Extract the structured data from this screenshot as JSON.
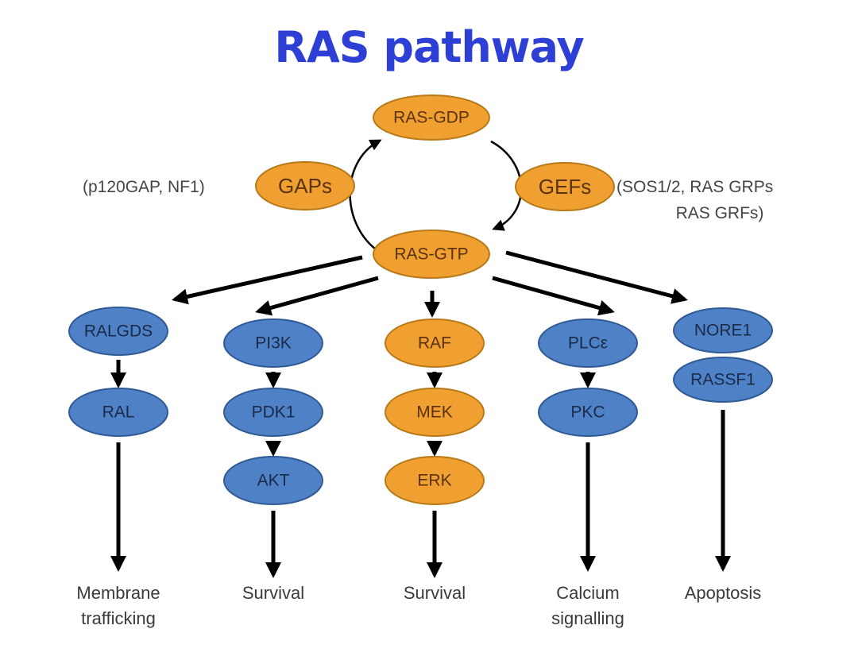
{
  "title": "RAS pathway",
  "colors": {
    "title": "#2e3fd6",
    "orange_fill": "#f0a030",
    "orange_stroke": "#b87a18",
    "blue_fill": "#4f81c7",
    "blue_stroke": "#2f5a94",
    "arrow": "#000000"
  },
  "cycle": {
    "ras_gdp": "RAS-GDP",
    "ras_gtp": "RAS-GTP",
    "gaps": "GAPs",
    "gefs": "GEFs",
    "gaps_examples": "(p120GAP, NF1)",
    "gefs_examples_line1": "(SOS1/2, RAS GRPs",
    "gefs_examples_line2": "RAS GRFs)"
  },
  "branches": [
    {
      "nodes": [
        "RALGDS",
        "RAL"
      ],
      "color": "blue",
      "outcome_line1": "Membrane",
      "outcome_line2": "trafficking"
    },
    {
      "nodes": [
        "PI3K",
        "PDK1",
        "AKT"
      ],
      "color": "blue",
      "outcome_line1": "Survival",
      "outcome_line2": ""
    },
    {
      "nodes": [
        "RAF",
        "MEK",
        "ERK"
      ],
      "color": "orange",
      "outcome_line1": "Survival",
      "outcome_line2": ""
    },
    {
      "nodes": [
        "PLCε",
        "PKC"
      ],
      "color": "blue",
      "outcome_line1": "Calcium",
      "outcome_line2": "signalling"
    },
    {
      "nodes": [
        "NORE1",
        "RASSF1"
      ],
      "color": "blue",
      "outcome_line1": "Apoptosis",
      "outcome_line2": ""
    }
  ]
}
